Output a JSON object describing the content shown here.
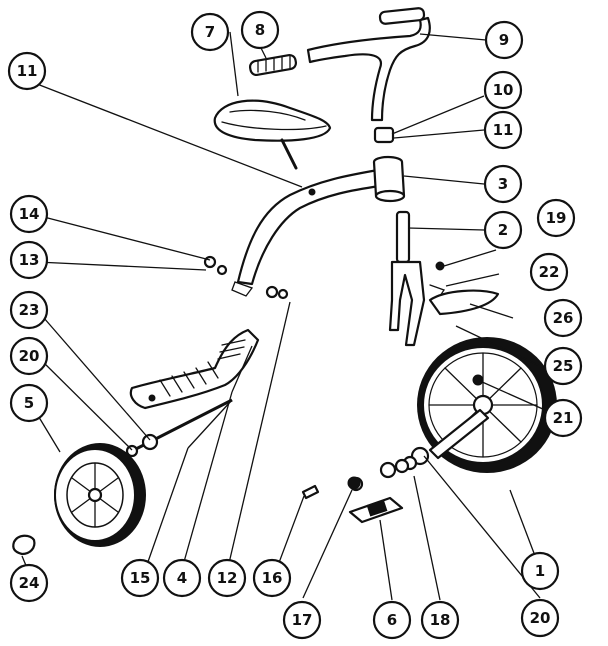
{
  "callouts": [
    {
      "id": "c7",
      "label": "7"
    },
    {
      "id": "c8",
      "label": "8"
    },
    {
      "id": "c9",
      "label": "9"
    },
    {
      "id": "c11a",
      "label": "11"
    },
    {
      "id": "c10",
      "label": "10"
    },
    {
      "id": "c11b",
      "label": "11"
    },
    {
      "id": "c3",
      "label": "3"
    },
    {
      "id": "c14",
      "label": "14"
    },
    {
      "id": "c2",
      "label": "2"
    },
    {
      "id": "c19",
      "label": "19"
    },
    {
      "id": "c13",
      "label": "13"
    },
    {
      "id": "c22",
      "label": "22"
    },
    {
      "id": "c23",
      "label": "23"
    },
    {
      "id": "c26",
      "label": "26"
    },
    {
      "id": "c20a",
      "label": "20"
    },
    {
      "id": "c25",
      "label": "25"
    },
    {
      "id": "c5",
      "label": "5"
    },
    {
      "id": "c21",
      "label": "21"
    },
    {
      "id": "c1",
      "label": "1"
    },
    {
      "id": "c24",
      "label": "24"
    },
    {
      "id": "c15",
      "label": "15"
    },
    {
      "id": "c4",
      "label": "4"
    },
    {
      "id": "c12",
      "label": "12"
    },
    {
      "id": "c16",
      "label": "16"
    },
    {
      "id": "c17",
      "label": "17"
    },
    {
      "id": "c6",
      "label": "6"
    },
    {
      "id": "c18",
      "label": "18"
    },
    {
      "id": "c20b",
      "label": "20"
    }
  ]
}
